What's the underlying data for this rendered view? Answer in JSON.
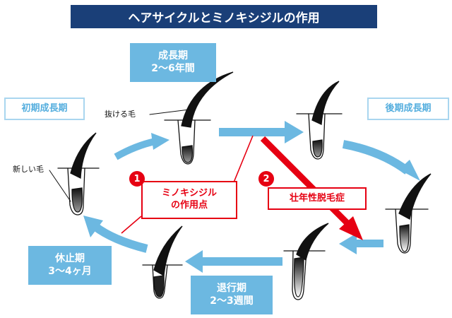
{
  "title": "ヘアサイクルとミノキシジルの作用",
  "phases": {
    "early_growth": "初期成長期",
    "growth": {
      "name": "成長期",
      "duration": "2〜6年間"
    },
    "late_growth": "後期成長期",
    "regression": {
      "name": "退行期",
      "duration": "2〜3週間"
    },
    "rest": {
      "name": "休止期",
      "duration": "3〜4ヶ月"
    }
  },
  "notes": {
    "shedding_hair": "抜ける毛",
    "new_hair": "新しい毛"
  },
  "callouts": {
    "minoxidil": {
      "number": "1",
      "line1": "ミノキシジル",
      "line2": "の作用点"
    },
    "aga": {
      "number": "2",
      "label": "壮年性脱毛症"
    }
  },
  "colors": {
    "title_bg": "#1a3f78",
    "phase_fill": "#6cb8e1",
    "cycle_arrow": "#6cb8e1",
    "accent_red": "#e60012"
  }
}
